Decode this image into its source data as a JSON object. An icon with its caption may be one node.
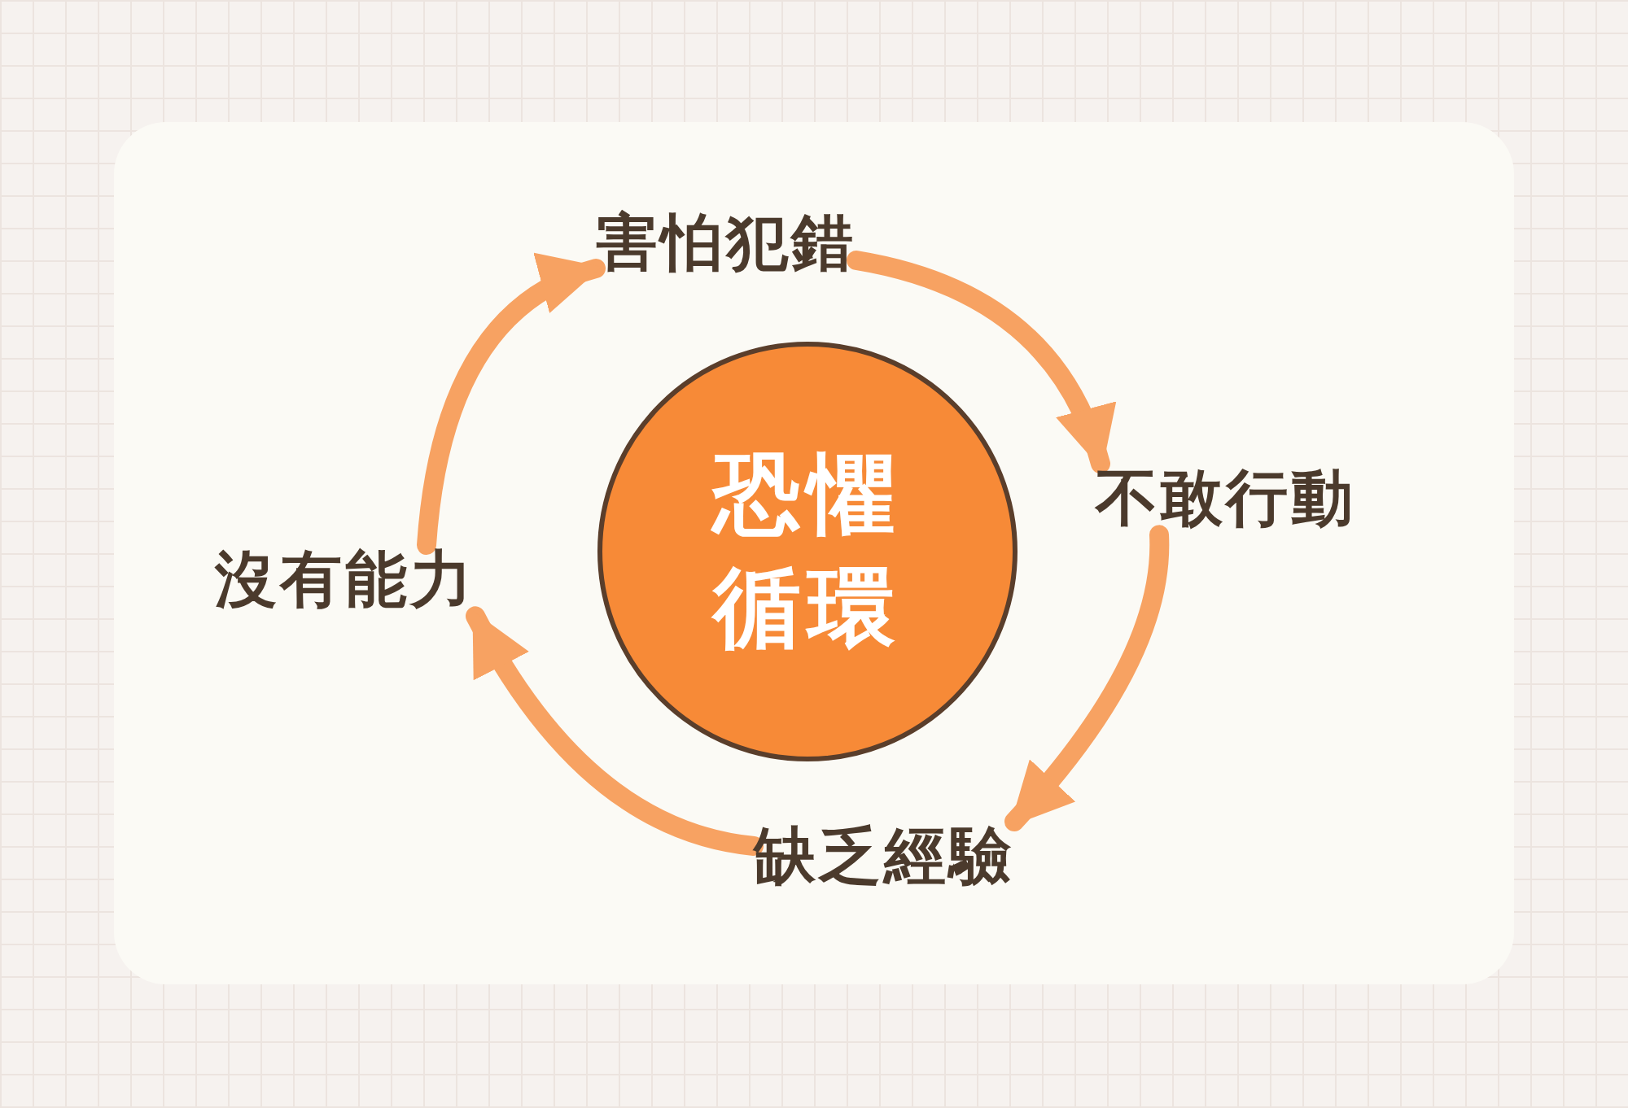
{
  "diagram": {
    "nodes": [
      {
        "text": [
          "恐懼循環"
        ]
      },
      {
        "text": [
          "害怕犯錯"
        ]
      },
      {
        "text": [
          "不敢行動"
        ]
      },
      {
        "text": [
          "缺乏經驗"
        ]
      },
      {
        "text": [
          "沒有能力"
        ]
      }
    ],
    "edges": [
      {
        "from": 1,
        "to": 2,
        "arrow": "to"
      },
      {
        "from": 2,
        "to": 3,
        "arrow": "to"
      },
      {
        "from": 3,
        "to": 4,
        "arrow": "to"
      },
      {
        "from": 4,
        "to": 1,
        "arrow": "to"
      }
    ]
  }
}
